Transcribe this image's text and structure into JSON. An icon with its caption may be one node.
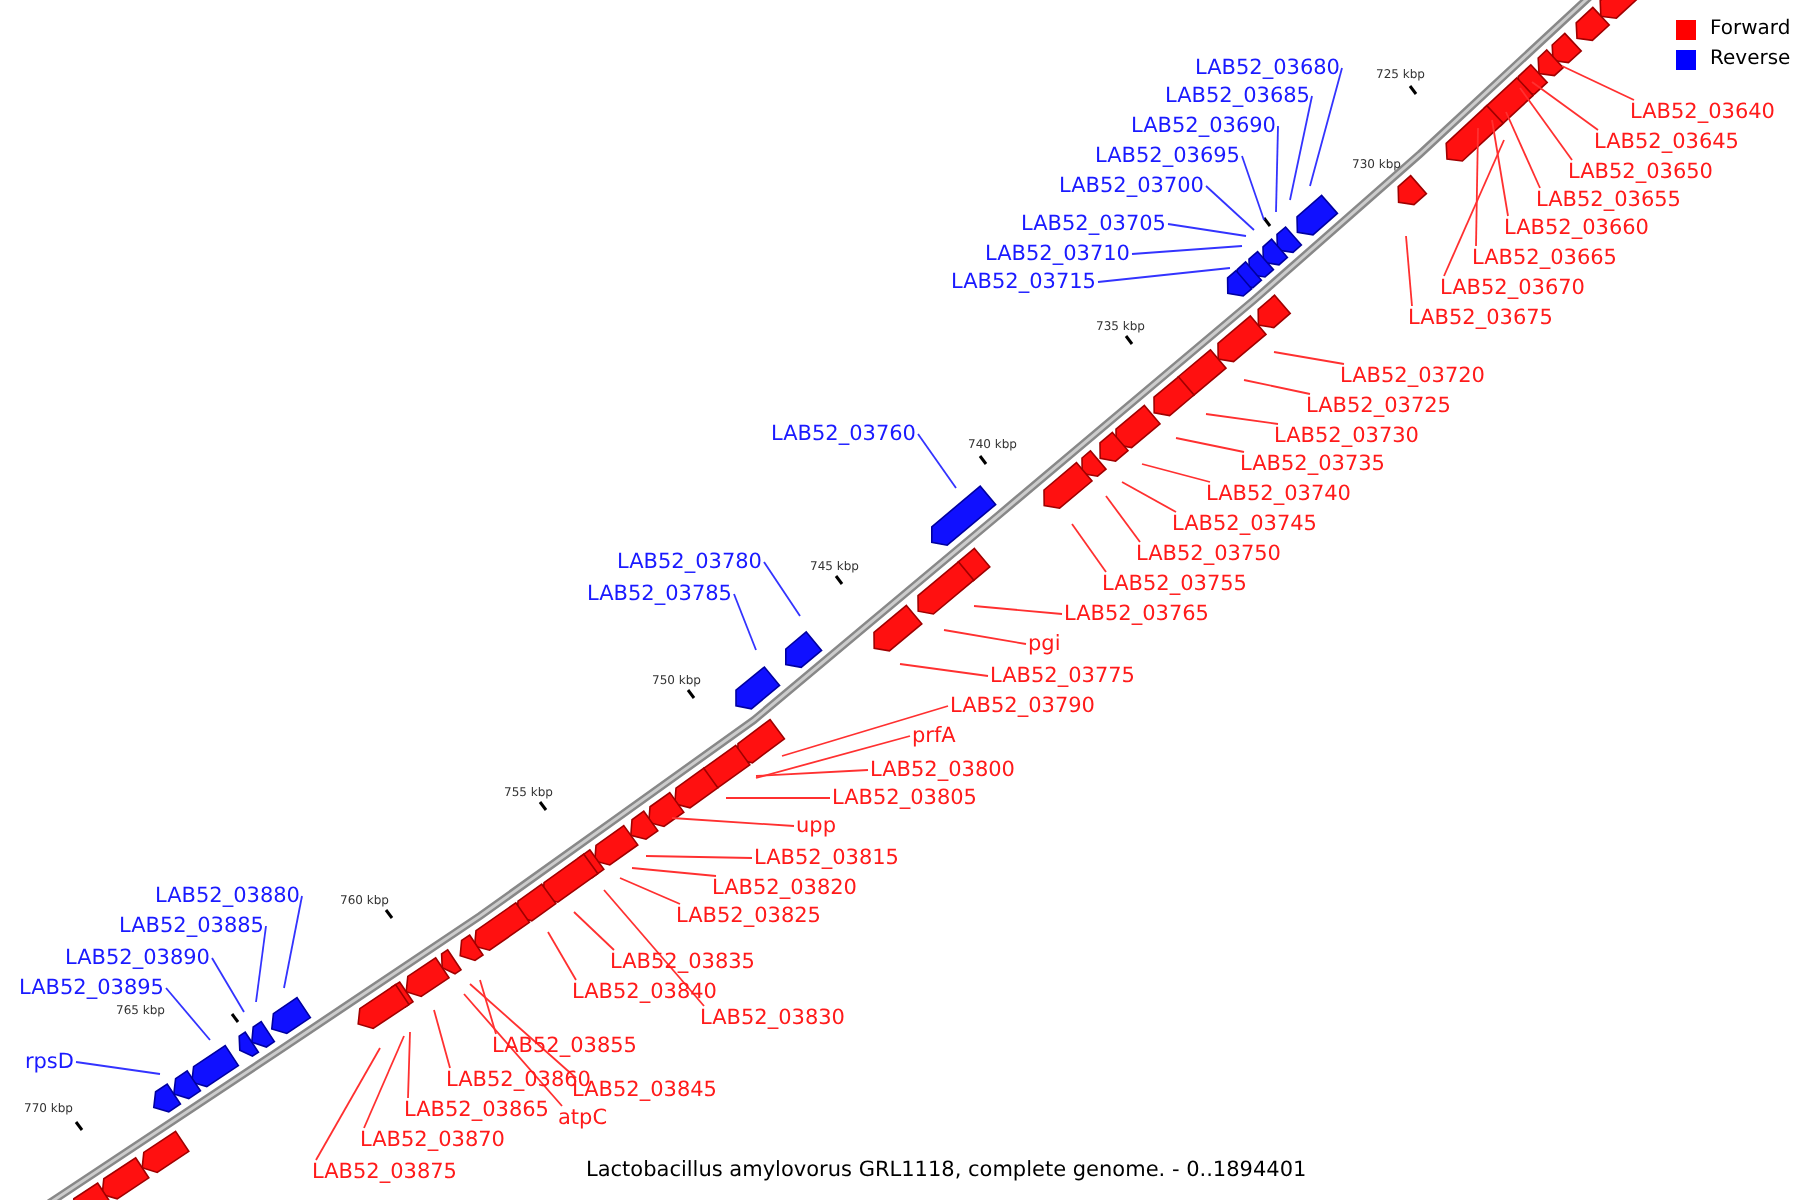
{
  "diagram": {
    "caption": "Lactobacillus amylovorus GRL1118, complete genome. - 0..1894401",
    "nodes": [
      {
        "text": [
          "LAB52_03680"
        ]
      },
      {
        "text": [
          "LAB52_03685"
        ]
      },
      {
        "text": [
          "LAB52_03690"
        ]
      },
      {
        "text": [
          "LAB52_03695"
        ]
      },
      {
        "text": [
          "LAB52_03700"
        ]
      },
      {
        "text": [
          "LAB52_03705"
        ]
      },
      {
        "text": [
          "LAB52_03710"
        ]
      },
      {
        "text": [
          "LAB52_03715"
        ]
      },
      {
        "text": [
          "LAB52_03640"
        ]
      },
      {
        "text": [
          "LAB52_03645"
        ]
      },
      {
        "text": [
          "LAB52_03650"
        ]
      },
      {
        "text": [
          "LAB52_03655"
        ]
      },
      {
        "text": [
          "LAB52_03660"
        ]
      },
      {
        "text": [
          "LAB52_03665"
        ]
      },
      {
        "text": [
          "LAB52_03670"
        ]
      },
      {
        "text": [
          "LAB52_03675"
        ]
      },
      {
        "text": [
          "LAB52_03720"
        ]
      },
      {
        "text": [
          "LAB52_03725"
        ]
      },
      {
        "text": [
          "LAB52_03730"
        ]
      },
      {
        "text": [
          "LAB52_03735"
        ]
      },
      {
        "text": [
          "LAB52_03740"
        ]
      },
      {
        "text": [
          "LAB52_03745"
        ]
      },
      {
        "text": [
          "LAB52_03750"
        ]
      },
      {
        "text": [
          "LAB52_03755"
        ]
      },
      {
        "text": [
          "LAB52_03765"
        ]
      },
      {
        "text": [
          "pgi"
        ]
      },
      {
        "text": [
          "LAB52_03775"
        ]
      },
      {
        "text": [
          "LAB52_03760"
        ]
      },
      {
        "text": [
          "LAB52_03780"
        ]
      },
      {
        "text": [
          "LAB52_03785"
        ]
      },
      {
        "text": [
          "LAB52_03790"
        ]
      },
      {
        "text": [
          "prfA"
        ]
      },
      {
        "text": [
          "LAB52_03800"
        ]
      },
      {
        "text": [
          "LAB52_03805"
        ]
      },
      {
        "text": [
          "upp"
        ]
      },
      {
        "text": [
          "LAB52_03815"
        ]
      },
      {
        "text": [
          "LAB52_03820"
        ]
      },
      {
        "text": [
          "LAB52_03825"
        ]
      },
      {
        "text": [
          "LAB52_03835"
        ]
      },
      {
        "text": [
          "LAB52_03840"
        ]
      },
      {
        "text": [
          "LAB52_03830"
        ]
      },
      {
        "text": [
          "LAB52_03855"
        ]
      },
      {
        "text": [
          "LAB52_03860"
        ]
      },
      {
        "text": [
          "LAB52_03845"
        ]
      },
      {
        "text": [
          "atpC"
        ]
      },
      {
        "text": [
          "LAB52_03865"
        ]
      },
      {
        "text": [
          "LAB52_03870"
        ]
      },
      {
        "text": [
          "LAB52_03875"
        ]
      },
      {
        "text": [
          "LAB52_03880"
        ]
      },
      {
        "text": [
          "LAB52_03885"
        ]
      },
      {
        "text": [
          "LAB52_03890"
        ]
      },
      {
        "text": [
          "LAB52_03895"
        ]
      },
      {
        "text": [
          "rpsD"
        ]
      }
    ],
    "edges": [
      {
        "from": 0,
        "to": null,
        "arrow": "none",
        "color": "#3333ff"
      },
      {
        "from": 1,
        "to": null,
        "arrow": "none",
        "color": "#3333ff"
      },
      {
        "from": 2,
        "to": null,
        "arrow": "none",
        "color": "#3333ff"
      },
      {
        "from": 3,
        "to": null,
        "arrow": "none",
        "color": "#3333ff"
      },
      {
        "from": 4,
        "to": null,
        "arrow": "none",
        "color": "#3333ff"
      },
      {
        "from": 5,
        "to": null,
        "arrow": "none",
        "color": "#3333ff"
      },
      {
        "from": 6,
        "to": null,
        "arrow": "none",
        "color": "#3333ff"
      },
      {
        "from": 7,
        "to": null,
        "arrow": "none",
        "color": "#3333ff"
      },
      {
        "from": 8,
        "to": null,
        "arrow": "none"
      },
      {
        "from": 9,
        "to": null,
        "arrow": "none"
      },
      {
        "from": 10,
        "to": null,
        "arrow": "none"
      },
      {
        "from": 11,
        "to": null,
        "arrow": "none"
      },
      {
        "from": 12,
        "to": null,
        "arrow": "none"
      },
      {
        "from": 13,
        "to": null,
        "arrow": "none"
      },
      {
        "from": 14,
        "to": null,
        "arrow": "none"
      },
      {
        "from": 15,
        "to": null,
        "arrow": "none"
      },
      {
        "from": 16,
        "to": null,
        "arrow": "none"
      },
      {
        "from": 17,
        "to": null,
        "arrow": "none"
      },
      {
        "from": 18,
        "to": null,
        "arrow": "none"
      },
      {
        "from": 19,
        "to": null,
        "arrow": "none"
      },
      {
        "from": 20,
        "to": null,
        "arrow": "none"
      },
      {
        "from": 21,
        "to": null,
        "arrow": "none"
      },
      {
        "from": 22,
        "to": null,
        "arrow": "none"
      },
      {
        "from": 23,
        "to": null,
        "arrow": "none"
      },
      {
        "from": 24,
        "to": null,
        "arrow": "none"
      },
      {
        "from": 25,
        "to": null,
        "arrow": "none"
      },
      {
        "from": 26,
        "to": null,
        "arrow": "none"
      },
      {
        "from": 27,
        "to": null,
        "arrow": "none",
        "color": "#3333ff"
      },
      {
        "from": 28,
        "to": null,
        "arrow": "none",
        "color": "#3333ff"
      },
      {
        "from": 29,
        "to": null,
        "arrow": "none",
        "color": "#3333ff"
      },
      {
        "from": 30,
        "to": null,
        "arrow": "none"
      },
      {
        "from": 31,
        "to": null,
        "arrow": "none"
      },
      {
        "from": 32,
        "to": null,
        "arrow": "none"
      },
      {
        "from": 33,
        "to": null,
        "arrow": "none"
      },
      {
        "from": 34,
        "to": null,
        "arrow": "none"
      },
      {
        "from": 35,
        "to": null,
        "arrow": "none"
      },
      {
        "from": 36,
        "to": null,
        "arrow": "none"
      },
      {
        "from": 37,
        "to": null,
        "arrow": "none"
      },
      {
        "from": 38,
        "to": null,
        "arrow": "none"
      },
      {
        "from": 39,
        "to": null,
        "arrow": "none"
      },
      {
        "from": 40,
        "to": null,
        "arrow": "none"
      },
      {
        "from": 41,
        "to": null,
        "arrow": "none"
      },
      {
        "from": 42,
        "to": null,
        "arrow": "none"
      },
      {
        "from": 43,
        "to": null,
        "arrow": "none"
      },
      {
        "from": 44,
        "to": null,
        "arrow": "none"
      },
      {
        "from": 45,
        "to": null,
        "arrow": "none"
      },
      {
        "from": 46,
        "to": null,
        "arrow": "none"
      },
      {
        "from": 47,
        "to": null,
        "arrow": "none"
      },
      {
        "from": 48,
        "to": null,
        "arrow": "none",
        "color": "#3333ff"
      },
      {
        "from": 49,
        "to": null,
        "arrow": "none",
        "color": "#3333ff"
      },
      {
        "from": 50,
        "to": null,
        "arrow": "none",
        "color": "#3333ff"
      },
      {
        "from": 51,
        "to": null,
        "arrow": "none",
        "color": "#3333ff"
      },
      {
        "from": 52,
        "to": null,
        "arrow": "none",
        "color": "#3333ff"
      }
    ],
    "labels": [
      "725 kbp",
      "730 kbp",
      "735 kbp",
      "740 kbp",
      "745 kbp",
      "750 kbp",
      "755 kbp",
      "760 kbp",
      "765 kbp",
      "770 kbp"
    ],
    "legend": [
      {
        "text": "Forward",
        "color": "#ff0000"
      },
      {
        "text": "Reverse",
        "color": "#0000ff"
      }
    ]
  }
}
